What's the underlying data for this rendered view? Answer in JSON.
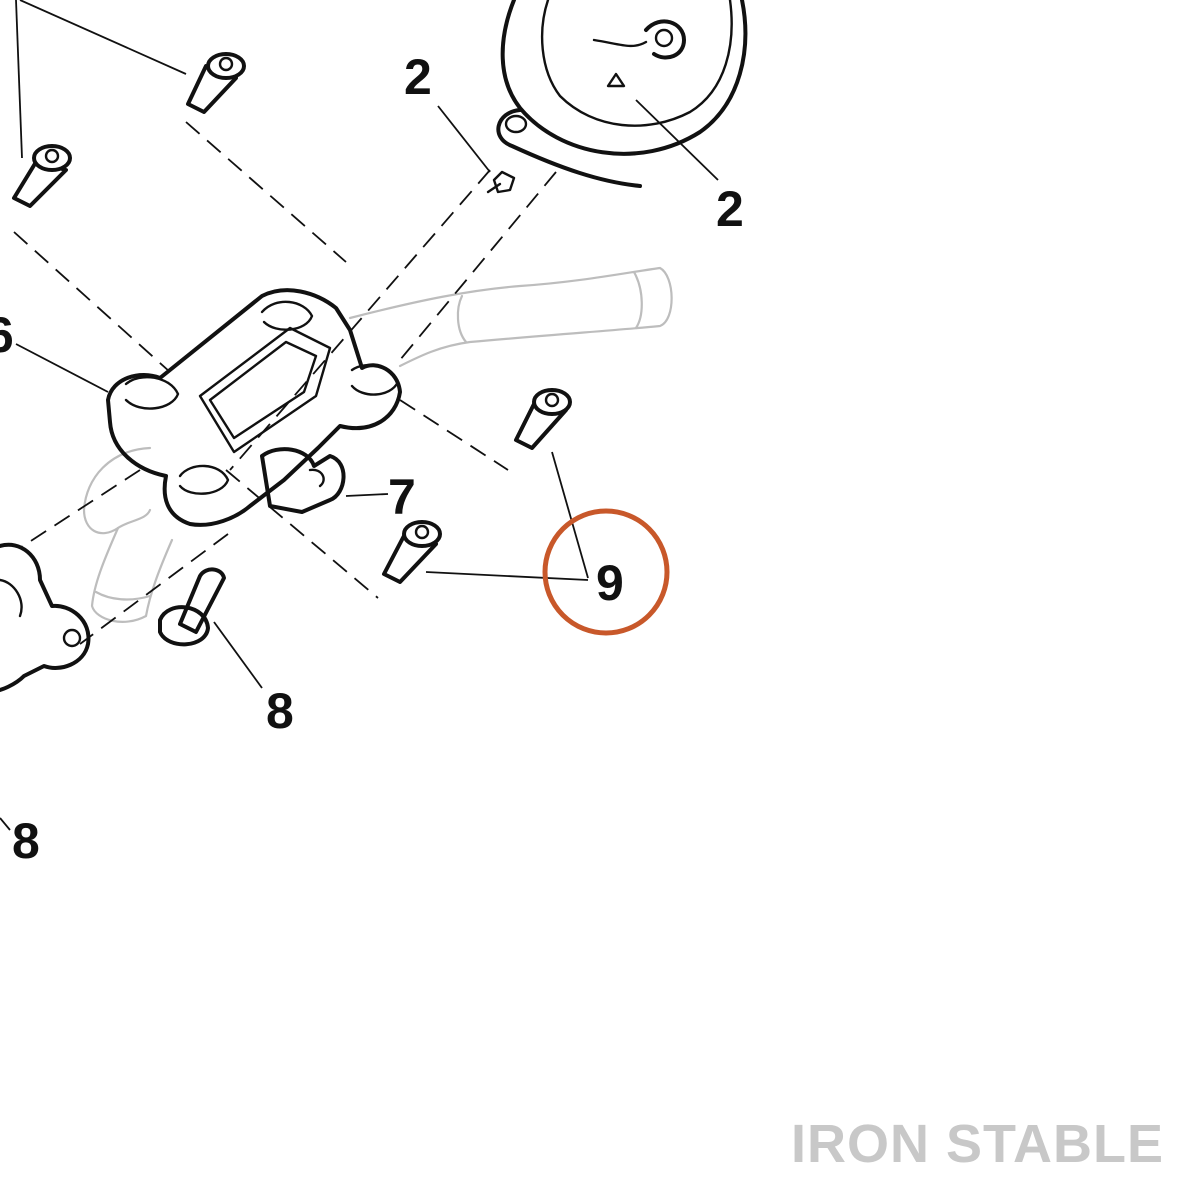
{
  "diagram": {
    "callouts": {
      "c2a": "2",
      "c2b": "2",
      "c6": "6",
      "c7": "7",
      "c8a": "8",
      "c8b": "8",
      "c9": "9"
    },
    "highlight_color": "#c8582a",
    "highlighted_callout": "9"
  },
  "watermark": "IRON STABLE"
}
